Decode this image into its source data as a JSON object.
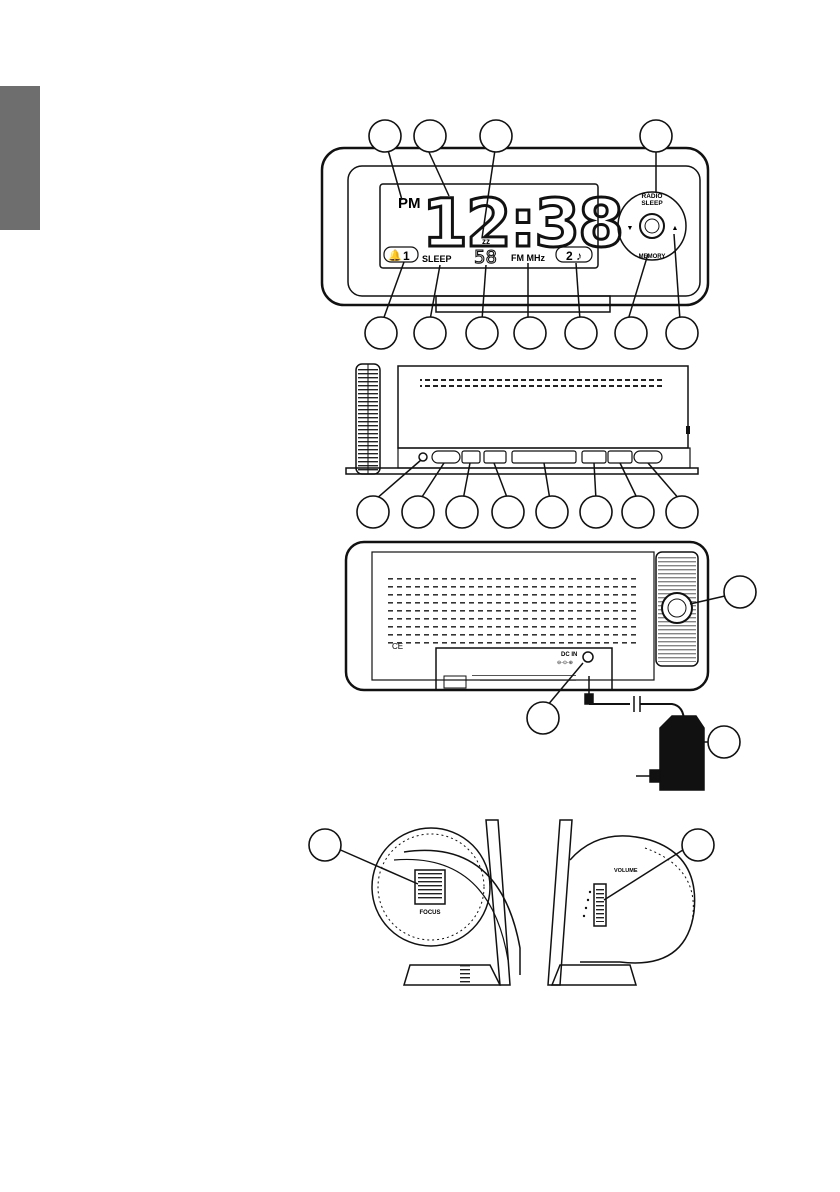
{
  "display": {
    "am_pm": "PM",
    "time": "12:38",
    "alarm1": "1",
    "sleep": "SLEEP",
    "sleep_minutes": "58",
    "band": "FM MHz",
    "alarm2": "2"
  },
  "top_controls": {
    "radio_sleep_line1": "RADIO",
    "radio_sleep_line2": "SLEEP",
    "memory": "MEMORY",
    "down_symbol": "▼",
    "up_symbol": "▲"
  },
  "back_panel": {
    "dc_in": "DC IN",
    "dc_symbol": "⊖-⊙-⊕",
    "ce": "CE"
  },
  "side_view": {
    "focus": "FOCUS",
    "volume": "VOLUME"
  }
}
